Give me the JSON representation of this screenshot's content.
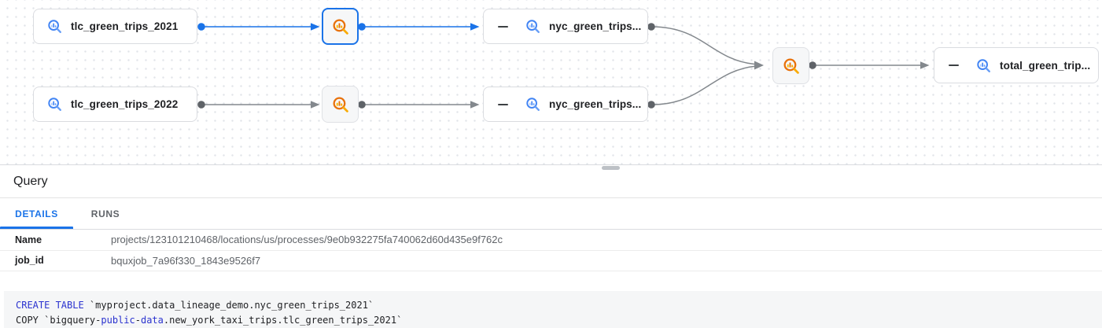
{
  "graph": {
    "nodes": [
      {
        "label": "tlc_green_trips_2021",
        "type": "table",
        "icon": "bigquery-table-icon"
      },
      {
        "label": "tlc_green_trips_2022",
        "type": "table",
        "icon": "bigquery-table-icon"
      },
      {
        "label": "nyc_green_trips...",
        "type": "table",
        "icon": "bigquery-table-icon",
        "collapse": "minus"
      },
      {
        "label": "nyc_green_trips...",
        "type": "table",
        "icon": "bigquery-table-icon",
        "collapse": "minus"
      },
      {
        "label": "total_green_trip...",
        "type": "table",
        "icon": "bigquery-table-icon",
        "collapse": "minus"
      }
    ],
    "process_nodes": [
      {
        "icon": "process-query-icon",
        "selected": true
      },
      {
        "icon": "process-query-icon",
        "selected": false
      },
      {
        "icon": "process-query-icon",
        "selected": false
      }
    ],
    "colors": {
      "selected_edge_blue": "#1a73e8",
      "edge_gray": "#83888d",
      "table_icon_blue": "#4285f4",
      "process_icon_orange": "#e8710a",
      "node_border": "#dadce0"
    }
  },
  "panel": {
    "title": "Query",
    "tabs": [
      {
        "label": "DETAILS",
        "active": true
      },
      {
        "label": "RUNS",
        "active": false
      }
    ],
    "details": [
      {
        "key": "Name",
        "value": "projects/123101210468/locations/us/processes/9e0b932275fa740062d60d435e9f762c"
      },
      {
        "key": "job_id",
        "value": "bquxjob_7a96f330_1843e9526f7"
      }
    ],
    "accent_color": "#1a73e8"
  },
  "sql": {
    "keyword_color": "#2b33cf",
    "lines": [
      [
        {
          "t": "CREATE TABLE",
          "c": "kw"
        },
        {
          "t": " `myproject.data_lineage_demo.nyc_green_trips_2021`",
          "c": "plain"
        }
      ],
      [
        {
          "t": "COPY `bigquery-",
          "c": "plain"
        },
        {
          "t": "public",
          "c": "kw"
        },
        {
          "t": "-",
          "c": "plain"
        },
        {
          "t": "data",
          "c": "kw"
        },
        {
          "t": ".new_york_taxi_trips.tlc_green_trips_2021`",
          "c": "plain"
        }
      ]
    ]
  }
}
